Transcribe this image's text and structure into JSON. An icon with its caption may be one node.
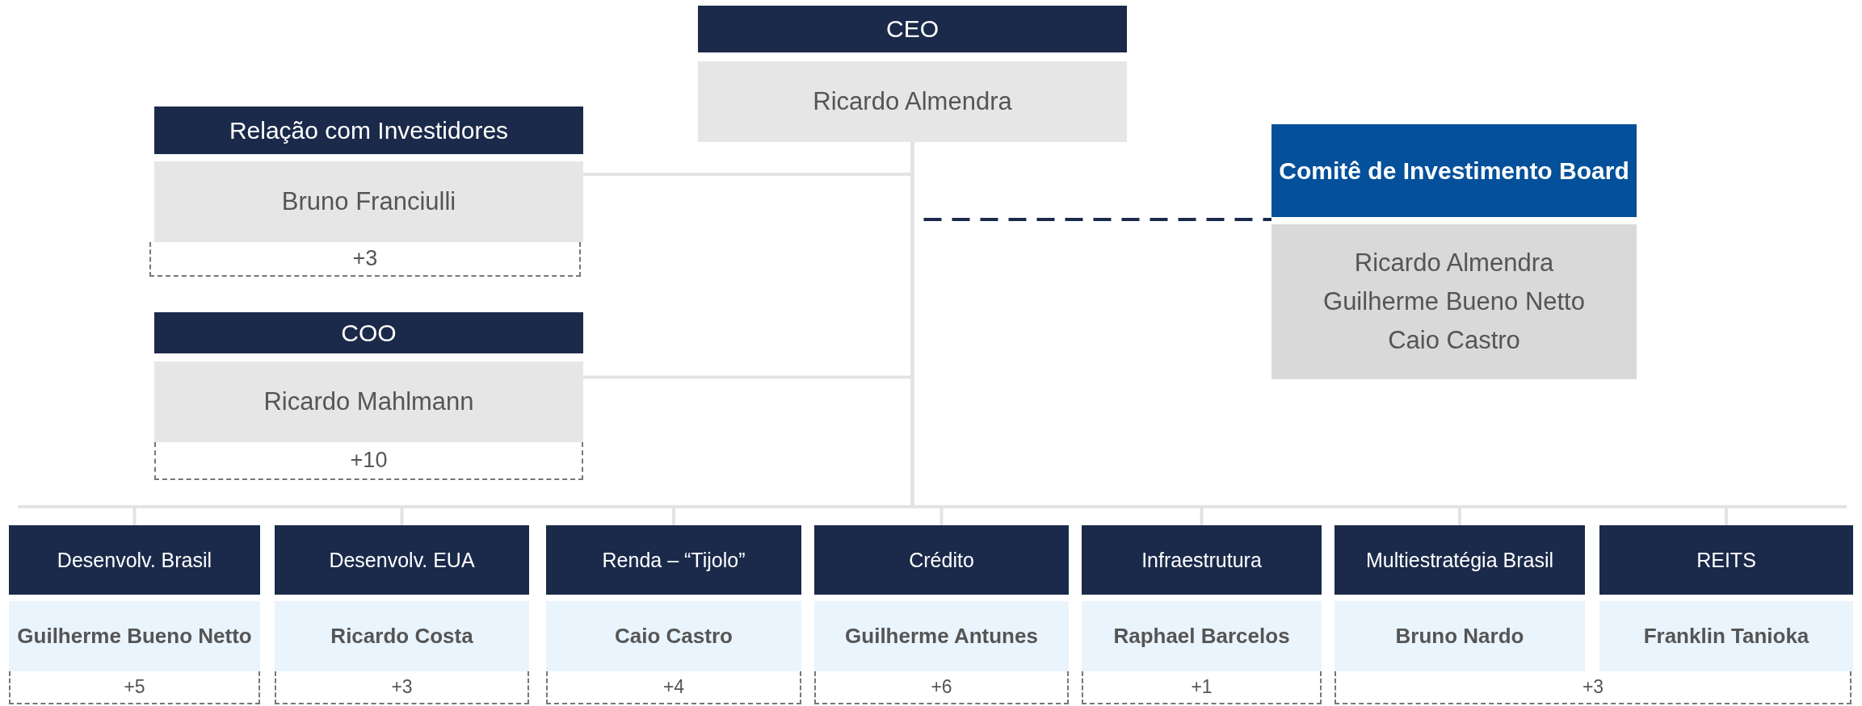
{
  "diagram": {
    "nodes": [
      {
        "text": [
          "CEO",
          "Ricardo Almendra"
        ]
      },
      {
        "text": [
          "Relação com Investidores",
          "Bruno Franciulli"
        ]
      },
      {
        "text": [
          "+3"
        ]
      },
      {
        "text": [
          "COO",
          "Ricardo Mahlmann"
        ]
      },
      {
        "text": [
          "+10"
        ]
      },
      {
        "text": [
          "Comitê de Investimento Board",
          "Ricardo Almendra",
          "Guilherme Bueno Netto",
          "Caio Castro"
        ]
      },
      {
        "text": [
          "Desenvolv. Brasil",
          "Guilherme Bueno Netto"
        ]
      },
      {
        "text": [
          "Desenvolv. EUA",
          "Ricardo Costa"
        ]
      },
      {
        "text": [
          "Renda – “Tijolo”",
          "Caio Castro"
        ]
      },
      {
        "text": [
          "Crédito",
          "Guilherme Antunes"
        ]
      },
      {
        "text": [
          "Infraestrutura",
          "Raphael Barcelos"
        ]
      },
      {
        "text": [
          "Multiestratégia Brasil",
          "Bruno Nardo"
        ]
      },
      {
        "text": [
          "REITS",
          "Franklin Tanioka"
        ]
      },
      {
        "text": [
          "+5"
        ]
      },
      {
        "text": [
          "+3"
        ]
      },
      {
        "text": [
          "+4"
        ]
      },
      {
        "text": [
          "+6"
        ]
      },
      {
        "text": [
          "+1"
        ]
      },
      {
        "text": [
          "+3"
        ]
      }
    ],
    "edges": [
      {
        "from": 0,
        "to": 1,
        "arrow": "none"
      },
      {
        "from": 0,
        "to": 3,
        "arrow": "none"
      },
      {
        "from": 0,
        "to": 5,
        "arrow": "none",
        "style": "dashed",
        "color": "#1b2a4a"
      },
      {
        "from": 0,
        "to": 6,
        "arrow": "none"
      },
      {
        "from": 0,
        "to": 7,
        "arrow": "none"
      },
      {
        "from": 0,
        "to": 8,
        "arrow": "none"
      },
      {
        "from": 0,
        "to": 9,
        "arrow": "none"
      },
      {
        "from": 0,
        "to": 10,
        "arrow": "none"
      },
      {
        "from": 0,
        "to": 11,
        "arrow": "none"
      },
      {
        "from": 0,
        "to": 12,
        "arrow": "none"
      }
    ]
  }
}
